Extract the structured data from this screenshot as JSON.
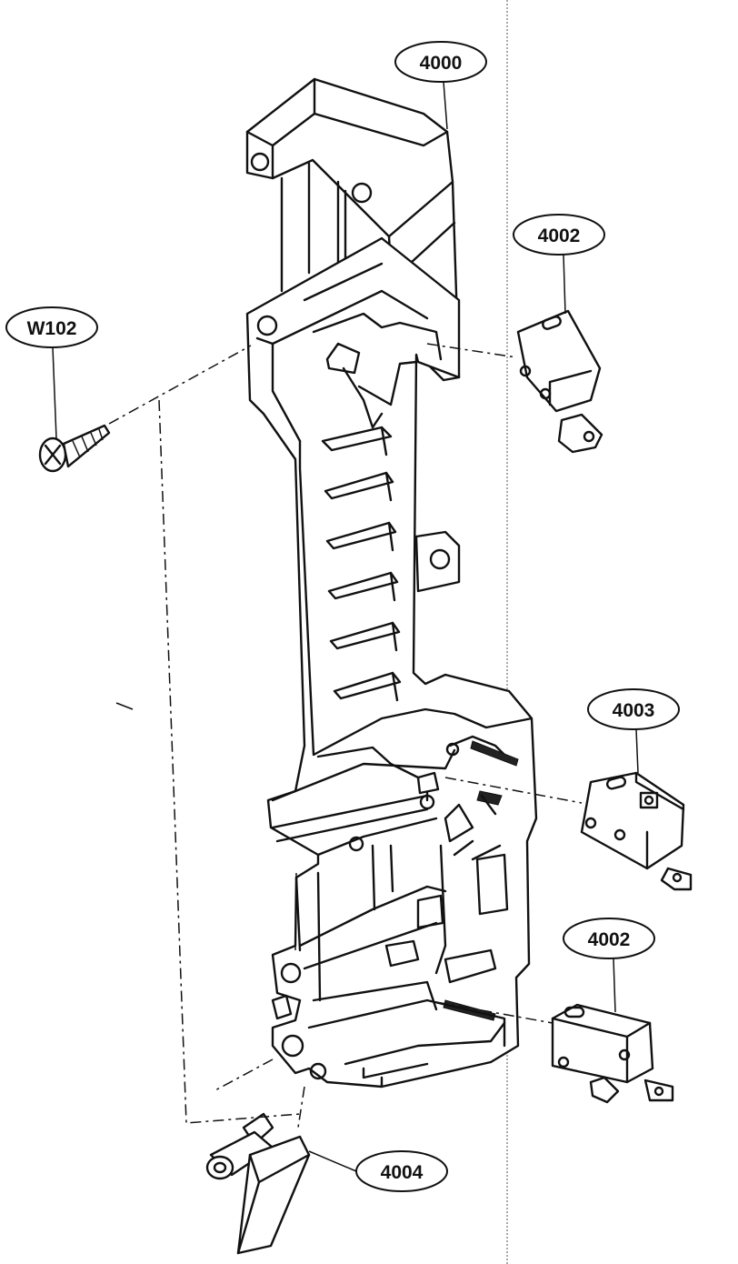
{
  "labels": {
    "frame": "4000",
    "switch_top": "4002",
    "screw": "W102",
    "switch_middle": "4003",
    "switch_bottom": "4002",
    "lever": "4004"
  }
}
